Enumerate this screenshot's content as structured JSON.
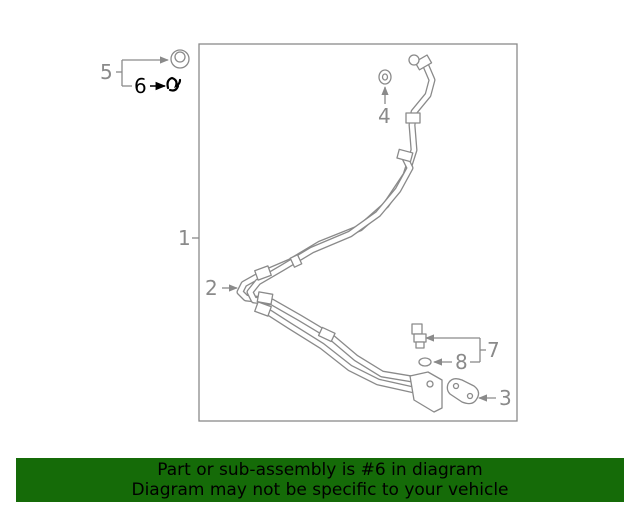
{
  "diagram": {
    "callouts": [
      {
        "id": "1",
        "label": "1"
      },
      {
        "id": "2",
        "label": "2"
      },
      {
        "id": "3",
        "label": "3"
      },
      {
        "id": "4",
        "label": "4"
      },
      {
        "id": "5",
        "label": "5"
      },
      {
        "id": "6",
        "label": "6",
        "highlighted": true
      },
      {
        "id": "7",
        "label": "7"
      },
      {
        "id": "8",
        "label": "8"
      }
    ],
    "colors": {
      "line": "#8a8a8a",
      "highlight": "#000000",
      "banner": "#156b08"
    }
  },
  "banner": {
    "line1": "Part or sub-assembly is #6 in diagram",
    "line2": "Diagram may not be specific to your vehicle"
  }
}
